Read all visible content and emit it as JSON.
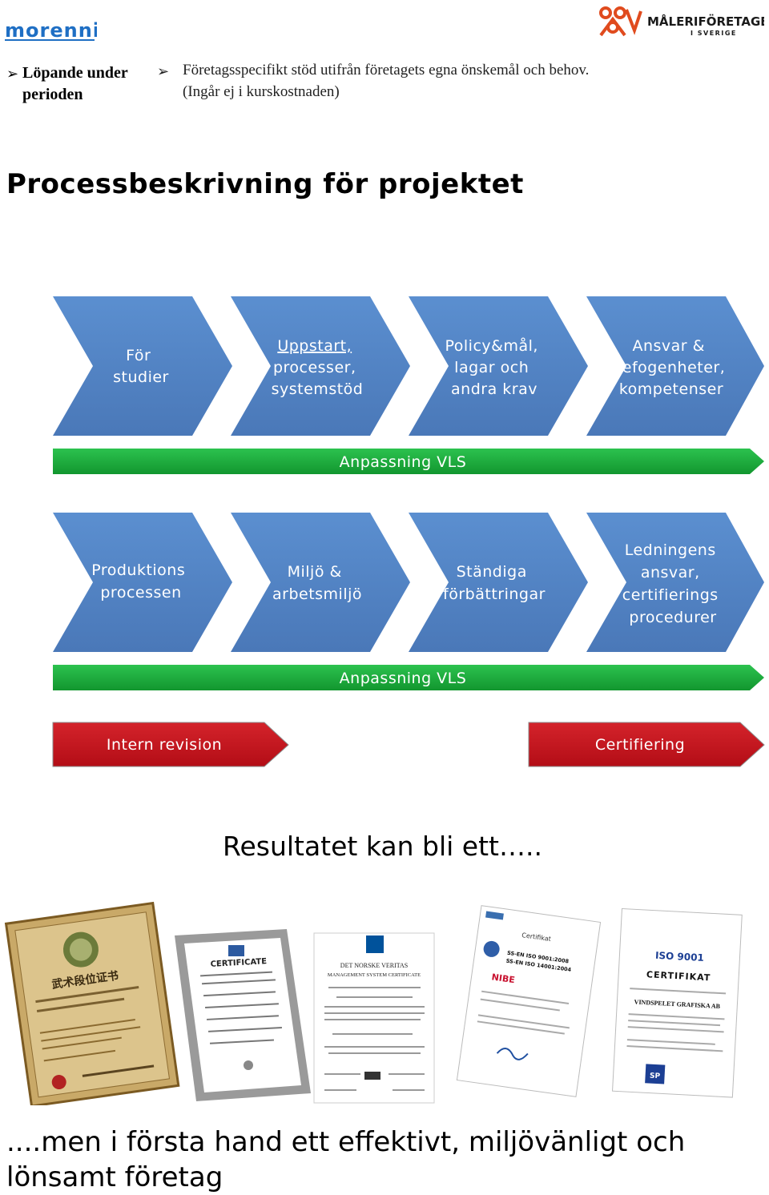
{
  "logos": {
    "morenni": "morenni",
    "maleriforetagen_line1": "MÅLERIFÖRETAGEN",
    "maleriforetagen_line2": "I SVERIGE"
  },
  "intro": {
    "left_bullet": "Löpande under perioden",
    "right_bullet_line1": "Företagsspecifikt stöd utifrån företagets egna önskemål och behov.",
    "right_bullet_line2": "(Ingår ej i kurskostnaden)"
  },
  "heading": "Processbeskrivning för projektet",
  "diagram": {
    "row1": [
      [
        "För",
        "studier"
      ],
      [
        "Uppstart,",
        "processer,",
        "systemstöd"
      ],
      [
        "Policy&mål,",
        "lagar och",
        "andra krav"
      ],
      [
        "Ansvar &",
        "befogenheter,",
        "kompetenser"
      ]
    ],
    "bar1": "Anpassning VLS",
    "row2": [
      [
        "Produktions",
        "processen"
      ],
      [
        "Miljö &",
        "arbetsmiljö"
      ],
      [
        "Ständiga",
        "förbättringar"
      ],
      [
        "Ledningens",
        "ansvar,",
        "certifierings",
        "procedurer"
      ]
    ],
    "bar2": "Anpassning VLS",
    "red_left": "Intern revision",
    "red_right": "Certifiering",
    "colors": {
      "chevron": "#4f81bd",
      "bar": "#1aaa3c",
      "red": "#c0111b"
    }
  },
  "result": "Resultatet kan bli ett…..",
  "certificates": {
    "c1_title": "武术段位证书",
    "c2_title": "CERTIFICATE",
    "c3_title": "DET NORSKE VERITAS",
    "c3_subtitle": "MANAGEMENT SYSTEM CERTIFICATE",
    "c4_title": "Certifikat",
    "c4_iso1": "SS-EN ISO 9001:2008",
    "c4_iso2": "SS-EN ISO 14001:2004",
    "c4_brand": "NIBE",
    "c5_iso": "ISO 9001",
    "c5_title": "CERTIFIKAT",
    "c5_company": "VINDSPELET GRAFISKA AB",
    "c5_logo": "SP"
  },
  "closing": "....men i första hand ett effektivt, miljövänligt och lönsamt företag"
}
